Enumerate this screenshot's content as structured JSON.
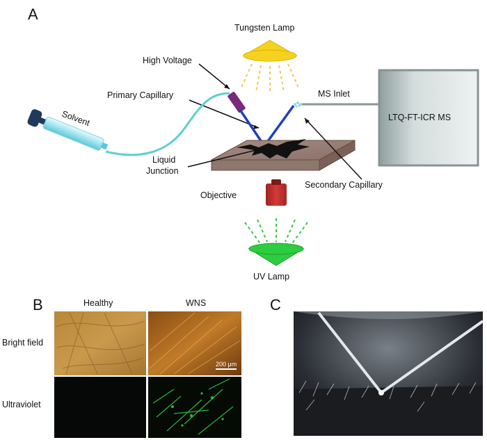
{
  "panel_a": {
    "letter": "A",
    "labels": {
      "tungsten_lamp": "Tungsten Lamp",
      "high_voltage": "High Voltage",
      "primary_capillary": "Primary Capillary",
      "solvent": "Solvent",
      "ms_inlet": "MS Inlet",
      "ms_box": "LTQ-FT-ICR MS",
      "liquid": "Liquid",
      "junction": "Junction",
      "secondary_capillary": "Secondary Capillary",
      "objective": "Objective",
      "uv_lamp": "UV Lamp"
    },
    "colors": {
      "tungsten": "#f5d21f",
      "capillary": "#1f3fbf",
      "solvent_line": "#5ecfcf",
      "electrode": "#7a2a7a",
      "objective": "#c0302e",
      "uv": "#2ecc40",
      "ms_box_fill": "#c9d1d1"
    }
  },
  "panel_b": {
    "letter": "B",
    "col_healthy": "Healthy",
    "col_wns": "WNS",
    "row_bright": "Bright field",
    "row_uv": "Ultraviolet",
    "scale_bar": "200 μm"
  },
  "panel_c": {
    "letter": "C"
  }
}
